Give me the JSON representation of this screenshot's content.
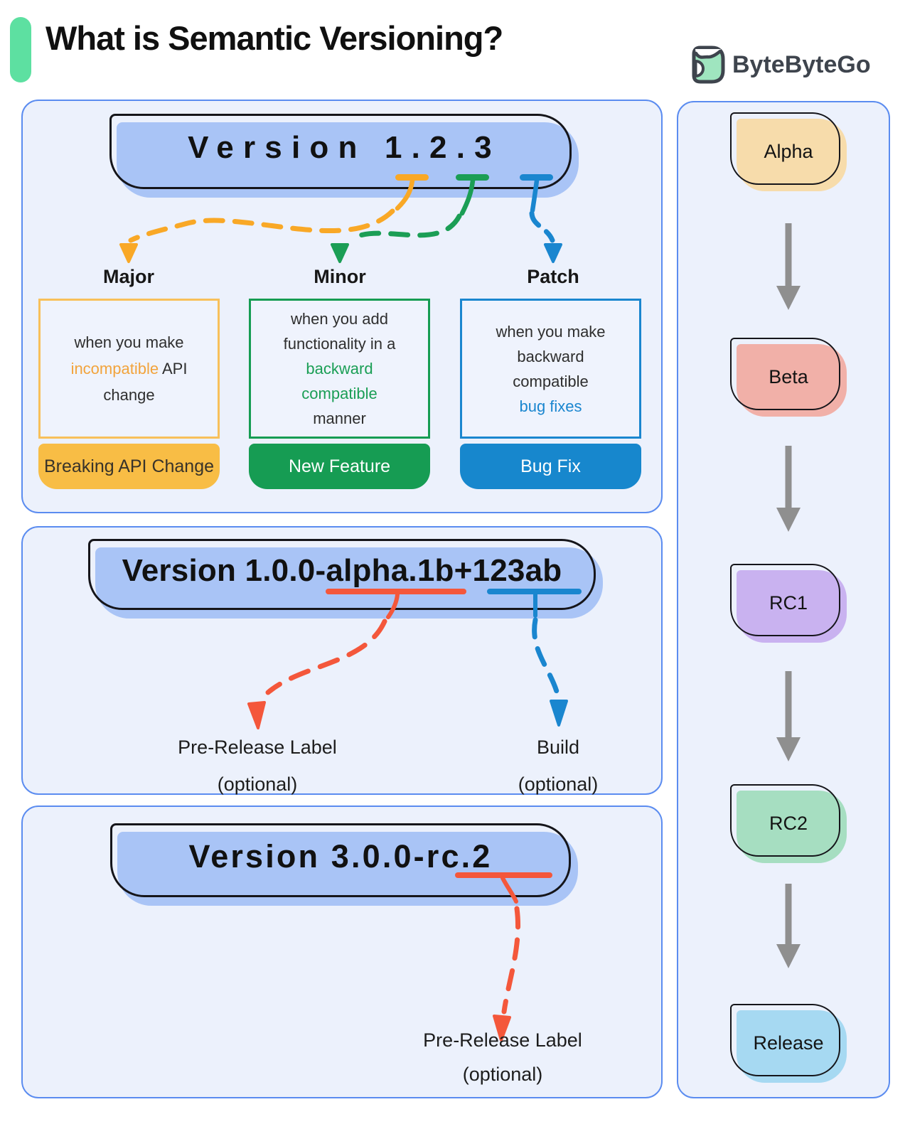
{
  "header": {
    "title": "What is Semantic Versioning?",
    "brand": "ByteByteGo"
  },
  "colors": {
    "accent_mint": "#5de0a1",
    "panel_border": "#5b8cf0",
    "panel_bg": "#ecf1fc",
    "pill_blue": "#a9c4f6",
    "orange": "#f9a826",
    "green": "#169c53",
    "blue": "#1a86cf",
    "red": "#f4573b",
    "gray_arrow": "#8f8f8f"
  },
  "panel1": {
    "pill": "Version 1.2.3",
    "columns": [
      {
        "label": "Major",
        "line1": "when you make",
        "line2_colored": "incompatible",
        "line2_rest": " API",
        "line3": "change",
        "footer": "Breaking API Change"
      },
      {
        "label": "Minor",
        "line1": "when you add",
        "line2": "functionality in a",
        "line3_colored": "backward",
        "line4_colored": "compatible",
        "line5": "manner",
        "footer": "New Feature"
      },
      {
        "label": "Patch",
        "line1": "when you make",
        "line2": "backward",
        "line3": "compatible",
        "line4_colored": "bug fixes",
        "footer": "Bug Fix"
      }
    ]
  },
  "panel2": {
    "pill": "Version 1.0.0-alpha.1b+123ab",
    "prerelease_label": "Pre-Release Label",
    "prerelease_optional": "(optional)",
    "build_label": "Build",
    "build_optional": "(optional)"
  },
  "panel3": {
    "pill": "Version 3.0.0-rc.2",
    "prerelease_label": "Pre-Release Label",
    "prerelease_optional": "(optional)"
  },
  "pipeline": {
    "stages": [
      {
        "label": "Alpha",
        "fill": "#f7dcab"
      },
      {
        "label": "Beta",
        "fill": "#f1b0a8"
      },
      {
        "label": "RC1",
        "fill": "#c9b2f0"
      },
      {
        "label": "RC2",
        "fill": "#a6dec1"
      },
      {
        "label": "Release",
        "fill": "#a6d9f2"
      }
    ]
  }
}
